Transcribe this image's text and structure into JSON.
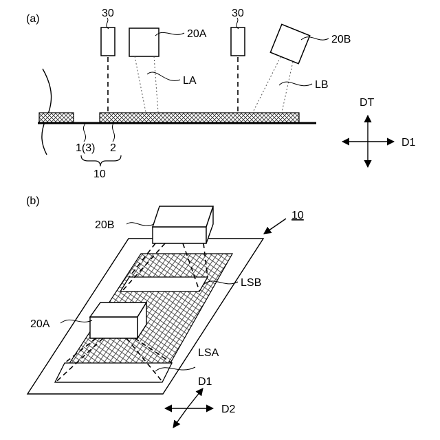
{
  "panel_a": {
    "label": "(a)",
    "sensor_left_label": "30",
    "camera_a_label": "20A",
    "sensor_right_label": "30",
    "camera_b_label": "20B",
    "beam_a_label": "LA",
    "beam_b_label": "LB",
    "layer_1_label": "1(3)",
    "layer_2_label": "2",
    "assembly_label": "10",
    "dir_dt_label": "DT",
    "dir_d1_label": "D1"
  },
  "panel_b": {
    "label": "(b)",
    "assembly_label": "10",
    "camera_b_label": "20B",
    "camera_a_label": "20A",
    "beam_b_label": "LSB",
    "beam_a_label": "LSA",
    "dir_d1_label": "D1",
    "dir_d2_label": "D2"
  }
}
